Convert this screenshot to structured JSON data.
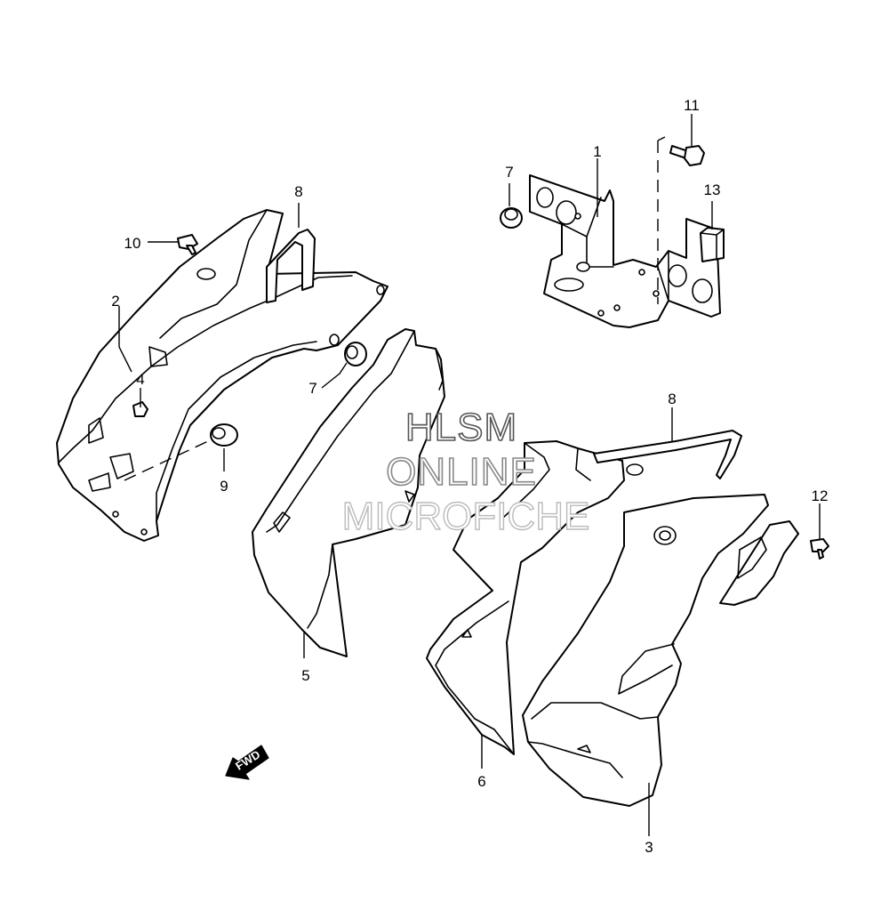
{
  "callouts": {
    "c1": "1",
    "c2": "2",
    "c3": "3",
    "c4": "4",
    "c5": "5",
    "c6": "6",
    "c7a": "7",
    "c7b": "7",
    "c8a": "8",
    "c8b": "8",
    "c9": "9",
    "c10": "10",
    "c11": "11",
    "c12": "12",
    "c13": "13"
  },
  "watermark": {
    "line1": "HLSM",
    "line2": "ONLINE",
    "line3": "MICROFICHE"
  },
  "direction": {
    "label": "FWD"
  }
}
